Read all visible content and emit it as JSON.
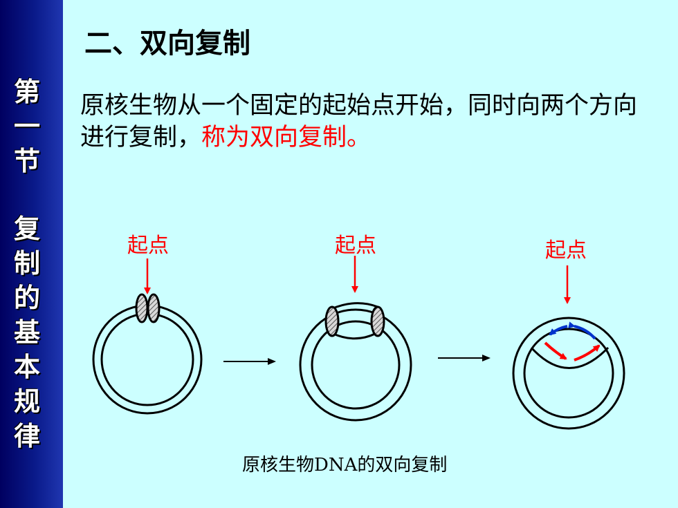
{
  "sidebar": {
    "chars": [
      "第",
      "一",
      "节",
      "复",
      "制",
      "的",
      "基",
      "本",
      "规",
      "律"
    ]
  },
  "title": "二、双向复制",
  "paragraph": {
    "text": "原核生物从一个固定的起始点开始，同时向两个方向进行复制，",
    "highlight": "称为双向复制。"
  },
  "diagram": {
    "origin_labels": [
      "起点",
      "起点",
      "起点"
    ],
    "caption": "原核生物DNA的双向复制"
  },
  "colors": {
    "background": "#ccffff",
    "sidebar": "#0a1a8a",
    "highlight": "#ff0000",
    "arrow_blue": "#0033cc"
  }
}
